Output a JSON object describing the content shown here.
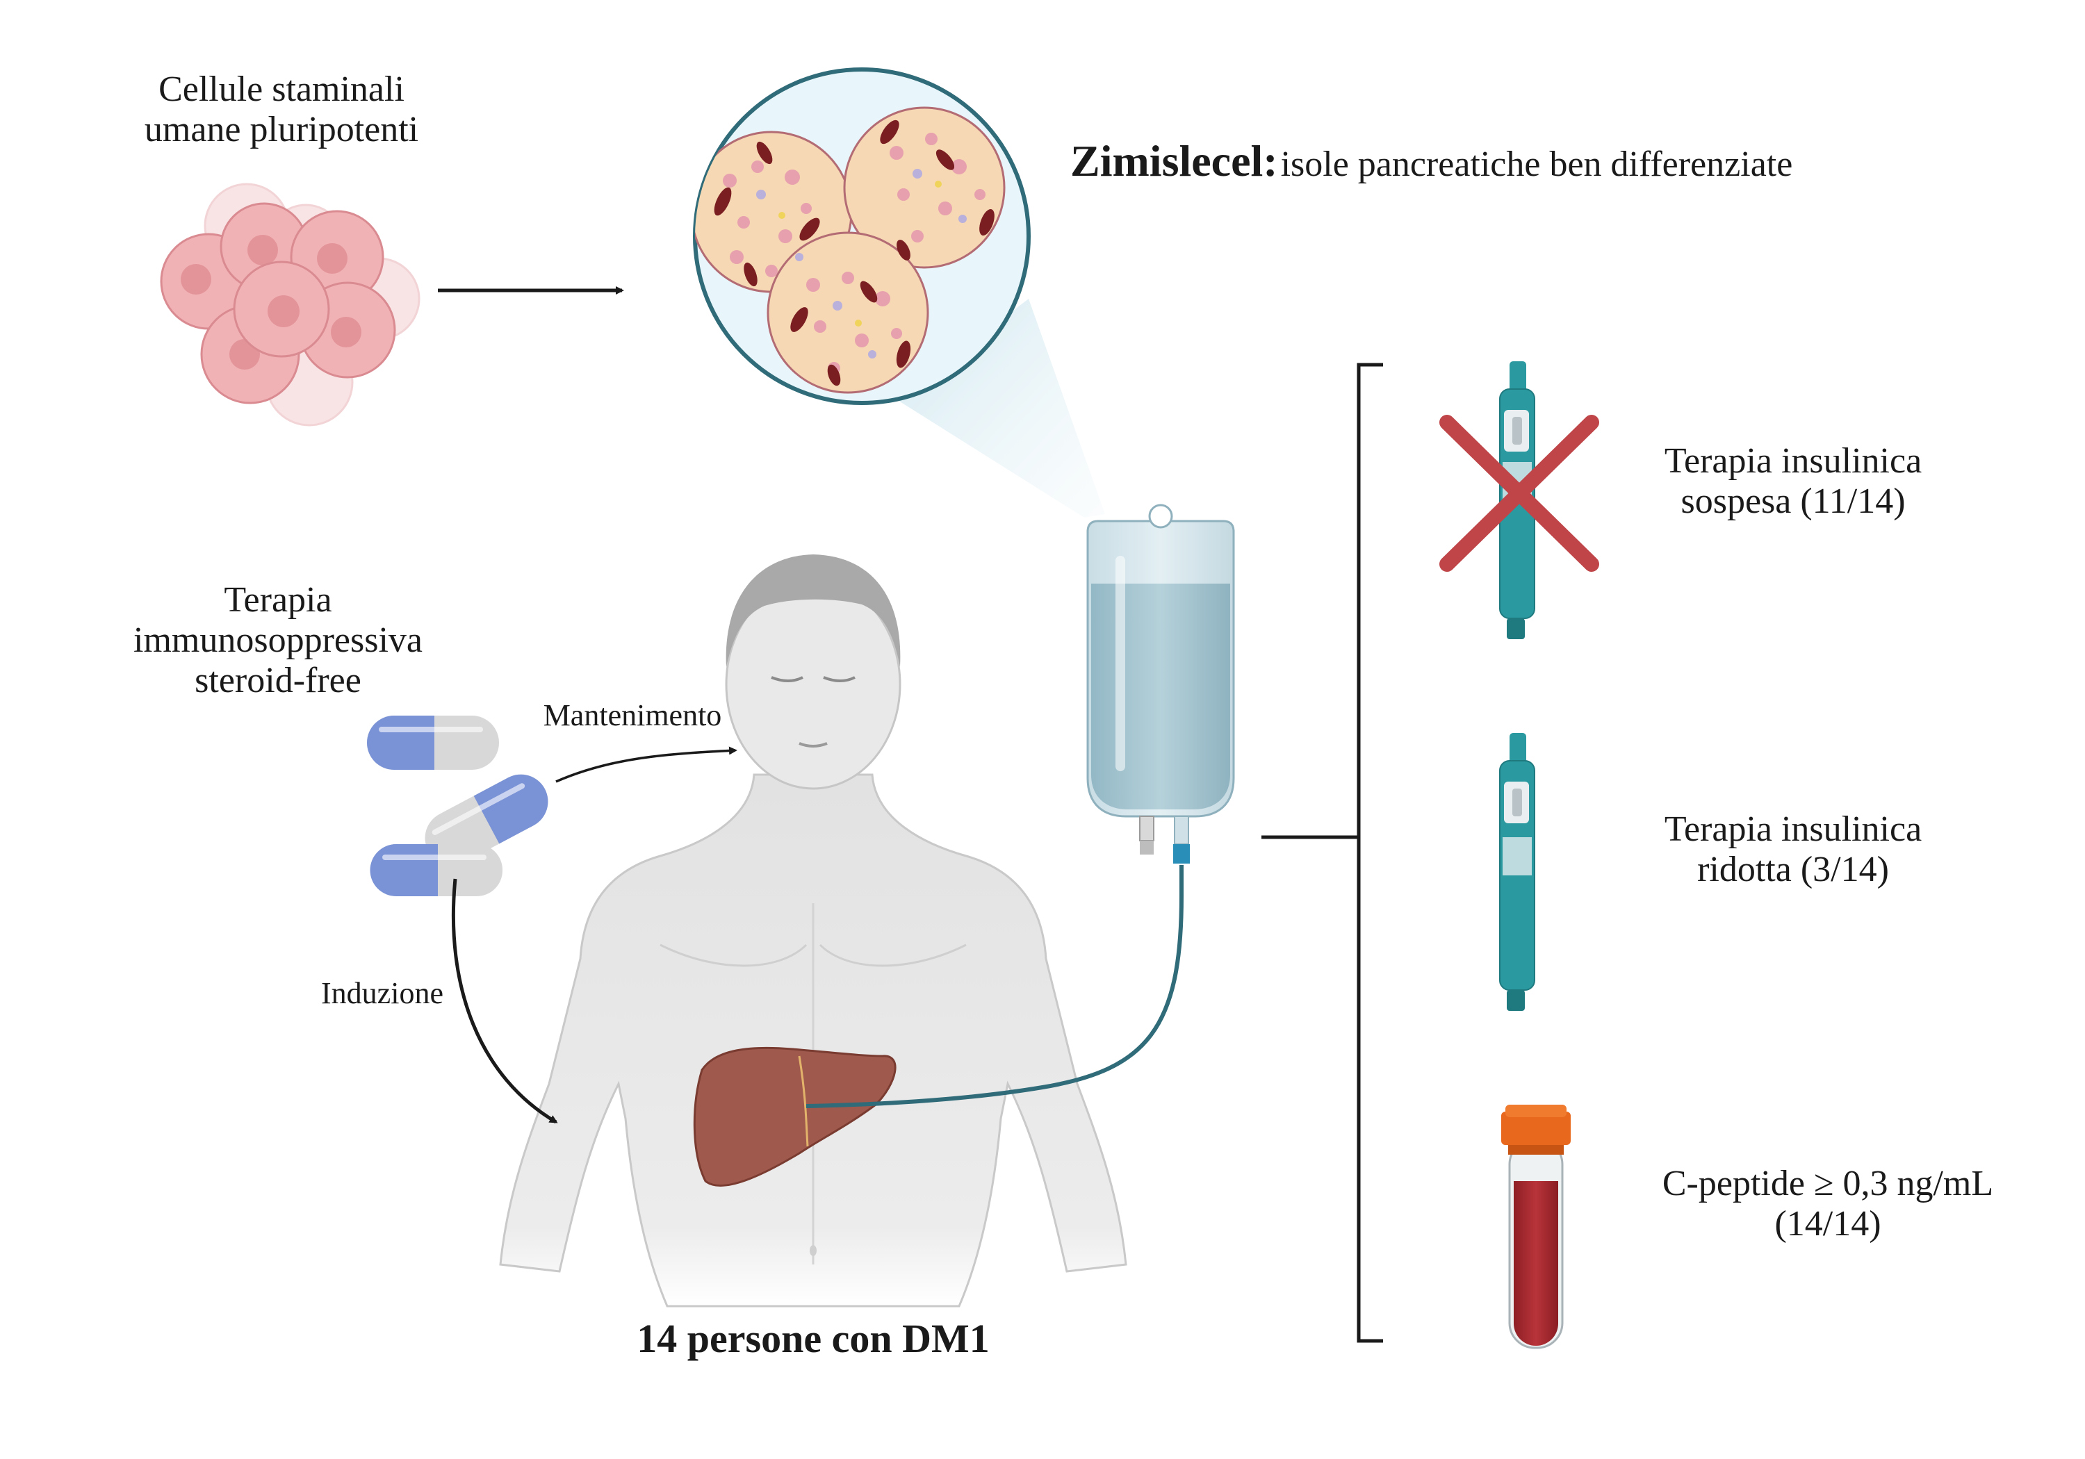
{
  "stem_cells": {
    "line1": "Cellule staminali",
    "line2": "umane pluripotenti"
  },
  "product": {
    "name": "Zimislecel:",
    "description": "isole pancreatiche ben differenziate"
  },
  "immuno": {
    "line1": "Terapia",
    "line2": "immunosoppressiva",
    "line3": "steroid-free"
  },
  "arrows": {
    "maintenance": "Mantenimento",
    "induction": "Induzione"
  },
  "patients": {
    "label": "14 persone con DM1"
  },
  "outcomes": [
    {
      "line1": "Terapia insulinica",
      "line2": "sospesa (11/14)"
    },
    {
      "line1": "Terapia insulinica",
      "line2": "ridotta (3/14)"
    },
    {
      "line1": "C-peptide ≥ 0,3 ng/mL",
      "line2": "(14/14)"
    }
  ],
  "colors": {
    "cell_pink": "#f0b2b5",
    "islet_border": "#2f6b78",
    "liver": "#a0594d",
    "pen_teal": "#2a9aa0",
    "blood": "#a8292f",
    "cap_orange": "#e8681e",
    "cross_red": "#bf4548",
    "capsule_blue": "#7a92d6",
    "iv_fluid": "#a9c8d2",
    "body_gray": "#e6e6e6"
  }
}
